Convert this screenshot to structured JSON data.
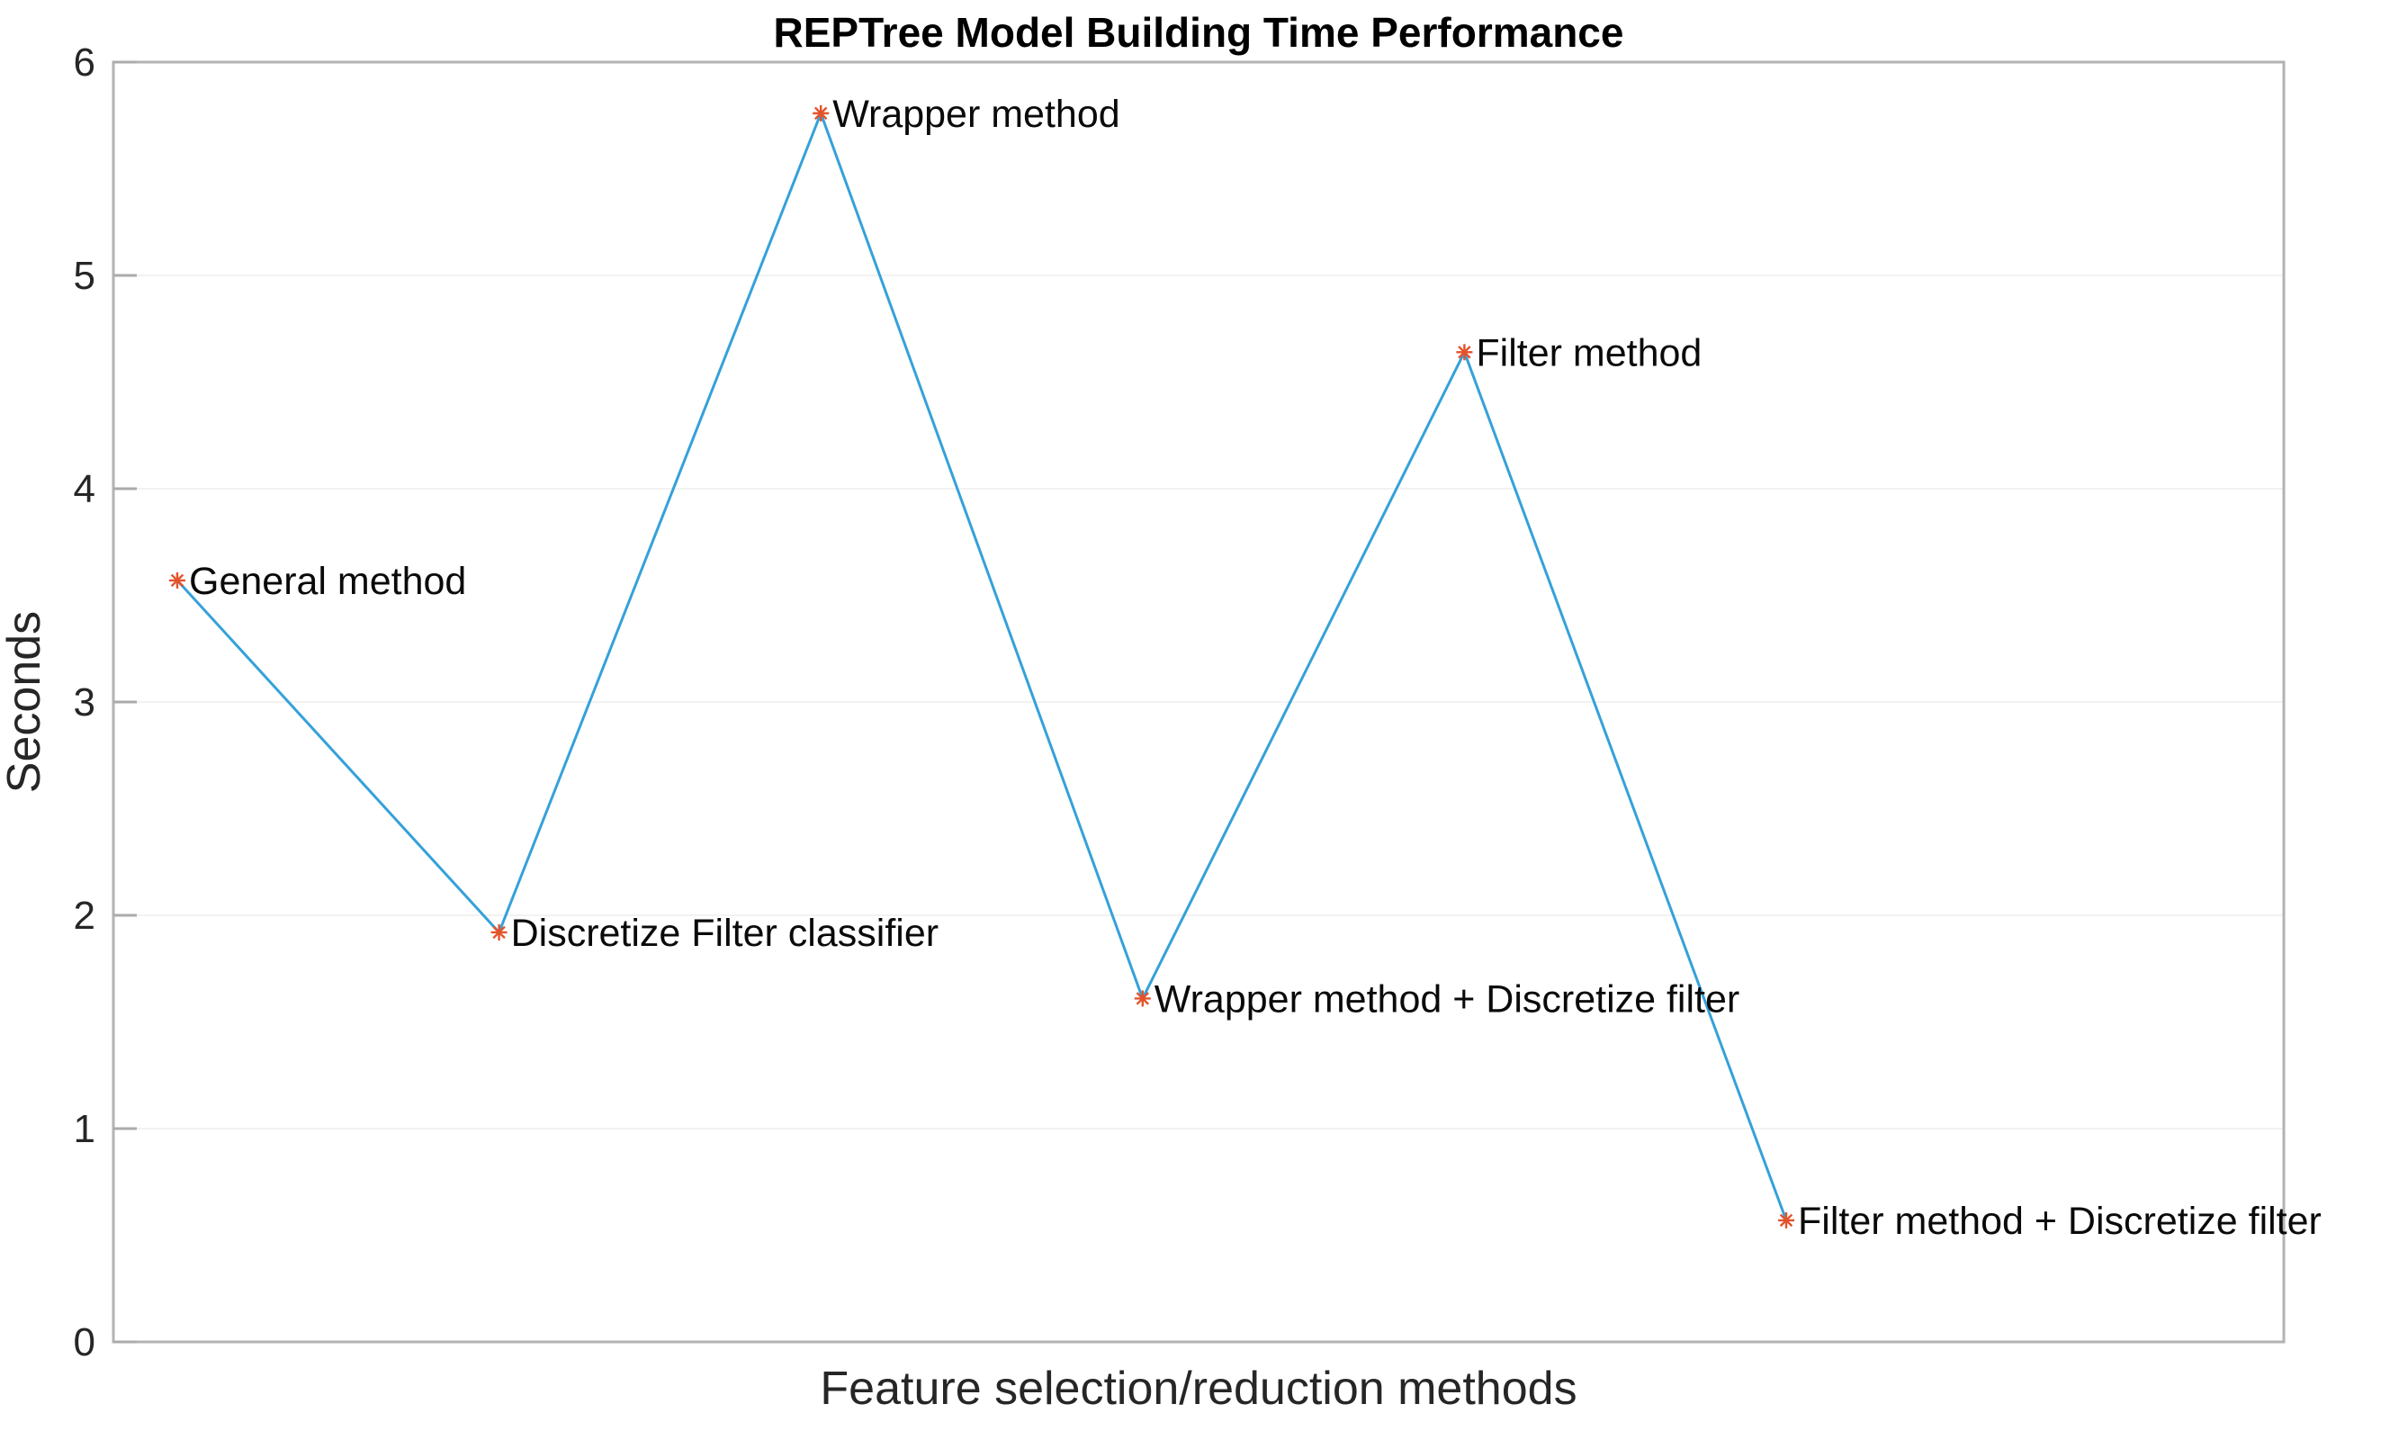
{
  "chart_data": {
    "type": "line",
    "title": "REPTree Model Building Time Performance",
    "xlabel": "Feature selection/reduction methods",
    "ylabel": "Seconds",
    "ylim": [
      0,
      6
    ],
    "yticks": [
      0,
      1,
      2,
      3,
      4,
      5,
      6
    ],
    "grid": "horizontal-only",
    "legend": "none",
    "categories": [
      "General method",
      "Discretize Filter classifier",
      "Wrapper method",
      "Wrapper method + Discretize filter",
      "Filter method",
      "Filter method + Discretize filter"
    ],
    "values": [
      3.57,
      1.92,
      5.76,
      1.61,
      4.64,
      0.57
    ],
    "point_label_texts": [
      "General method",
      "Discretize Filter classifier",
      "Wrapper method",
      "Wrapper method + Discretize filter",
      "Filter method",
      "Filter method + Discretize filter"
    ],
    "line_color": "#35a1d9",
    "marker_color": "#e4532a",
    "marker_style": "asterisk",
    "grid_color": "#f2f2f2",
    "frame_color": "#b3b3b3",
    "tick_color": "#ababab"
  }
}
